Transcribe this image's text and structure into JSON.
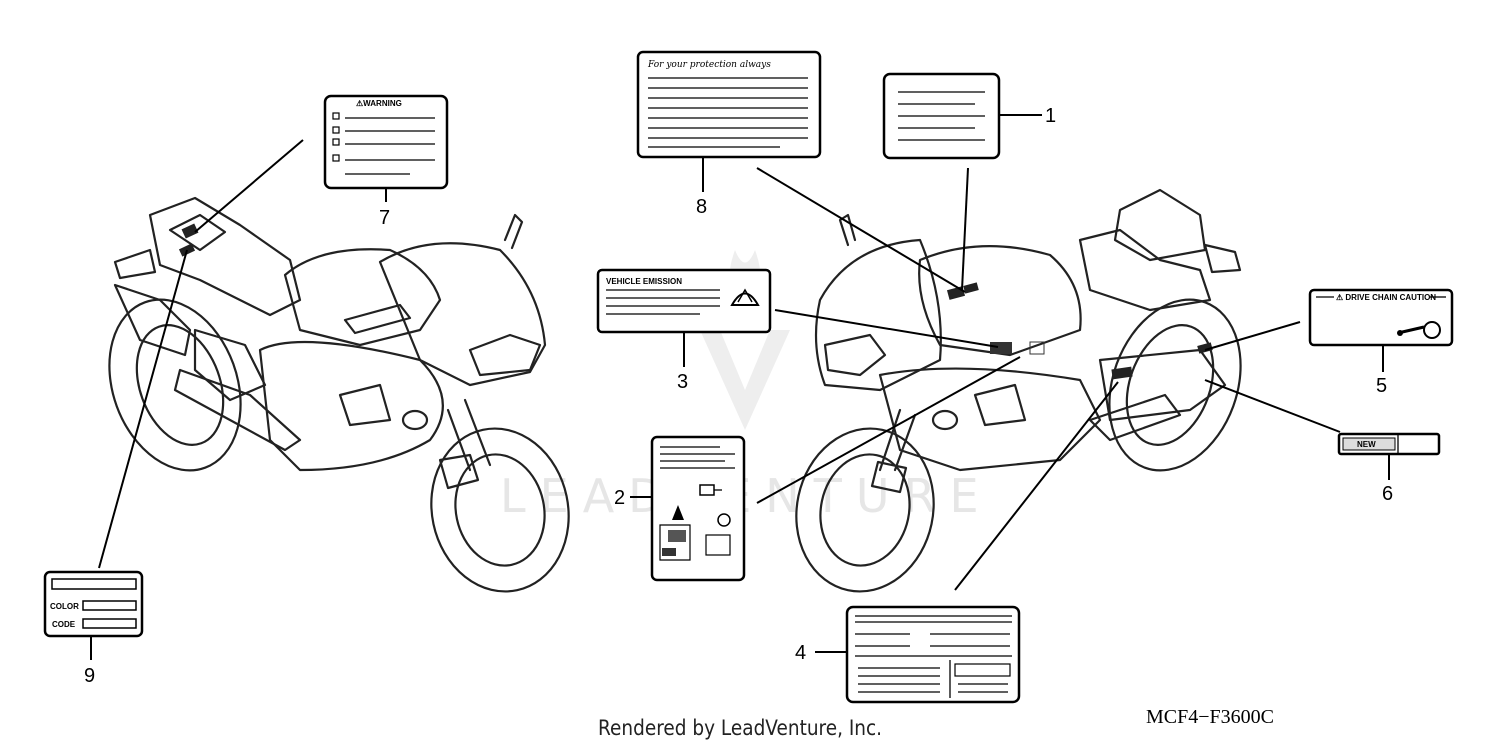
{
  "diagram": {
    "callouts": [
      {
        "id": 1,
        "text": "1"
      },
      {
        "id": 2,
        "text": "2"
      },
      {
        "id": 3,
        "text": "3"
      },
      {
        "id": 4,
        "text": "4"
      },
      {
        "id": 5,
        "text": "5"
      },
      {
        "id": 6,
        "text": "6"
      },
      {
        "id": 7,
        "text": "7"
      },
      {
        "id": 8,
        "text": "8"
      },
      {
        "id": 9,
        "text": "9"
      }
    ],
    "labels": {
      "warning": "⚠WARNING",
      "protection": "For your protection always",
      "vehicle_emission": "VEHICLE EMISSION",
      "drive_chain_caution": "⚠ DRIVE CHAIN CAUTION",
      "new": "NEW",
      "color": "COLOR",
      "code": "CODE"
    },
    "watermark": "LEADVENTURE"
  },
  "footer": {
    "credit": "Rendered by LeadVenture, Inc.",
    "diagram_code": "MCF4−F3600C"
  }
}
